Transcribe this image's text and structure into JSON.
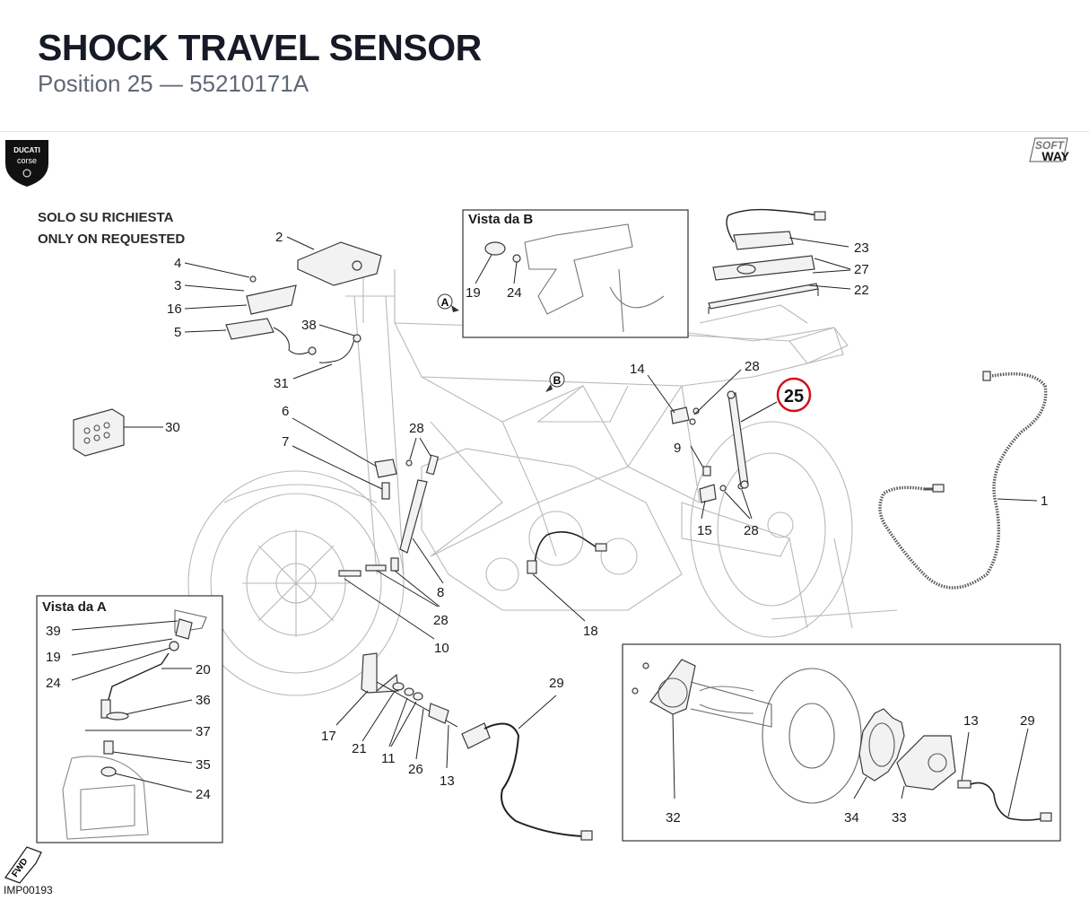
{
  "header": {
    "title": "SHOCK TRAVEL SENSOR",
    "subtitle": "Position 25 — 55210171A"
  },
  "diagram": {
    "logo_left": {
      "line1": "DUCATI",
      "line2": "corse"
    },
    "logo_right": {
      "line1": "SOFT",
      "line2": "WAY"
    },
    "note_it": "SOLO SU RICHIESTA",
    "note_en": "ONLY ON REQUESTED",
    "view_b_title": "Vista da B",
    "view_a_title": "Vista da A",
    "marker_a": "A",
    "marker_b": "B",
    "highlight_label": "25",
    "highlight_color": "#d0111b",
    "fwd_label": "FWD",
    "drawing_code": "IMP00193",
    "labels": {
      "p2": "2",
      "p4": "4",
      "p3": "3",
      "p16": "16",
      "p5": "5",
      "p38": "38",
      "p31": "31",
      "p30": "30",
      "p6": "6",
      "p7": "7",
      "p28a": "28",
      "p8": "8",
      "p28b": "28",
      "p10": "10",
      "p18": "18",
      "p14": "14",
      "p28c": "28",
      "p9": "9",
      "p15": "15",
      "p28d": "28",
      "p23": "23",
      "p27": "27",
      "p22": "22",
      "p1": "1",
      "vb19": "19",
      "vb24": "24",
      "va39": "39",
      "va19": "19",
      "va24": "24",
      "va20": "20",
      "va36": "36",
      "va37": "37",
      "va35": "35",
      "va24b": "24",
      "p17": "17",
      "p21": "21",
      "p11": "11",
      "p26": "26",
      "p13": "13",
      "p29": "29",
      "d32": "32",
      "d34": "34",
      "d33": "33",
      "d13": "13",
      "d29": "29"
    }
  }
}
